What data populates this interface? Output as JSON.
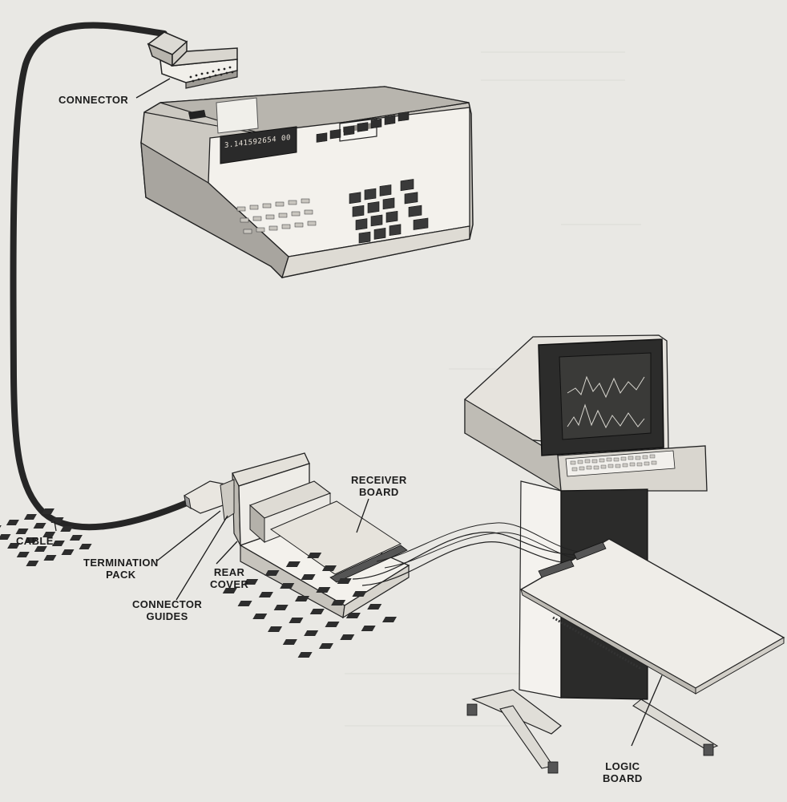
{
  "labels": {
    "connector": "CONNECTOR",
    "cable": "CABLE",
    "termination_pack": [
      "TERMINATION",
      "PACK"
    ],
    "rear_cover": [
      "REAR",
      "COVER"
    ],
    "connector_guides": [
      "CONNECTOR",
      "GUIDES"
    ],
    "receiver_board": [
      "RECEIVER",
      "BOARD"
    ],
    "logic_board": [
      "LOGIC",
      "BOARD"
    ]
  },
  "calculator": {
    "display": "3.141592654 00"
  },
  "colors": {
    "paper": "#e9e8e4",
    "ink": "#1c1c1c",
    "cable": "#262626",
    "body": "#ccc9c2",
    "display": "#2a2a2a",
    "screen": "#3a3a38"
  }
}
